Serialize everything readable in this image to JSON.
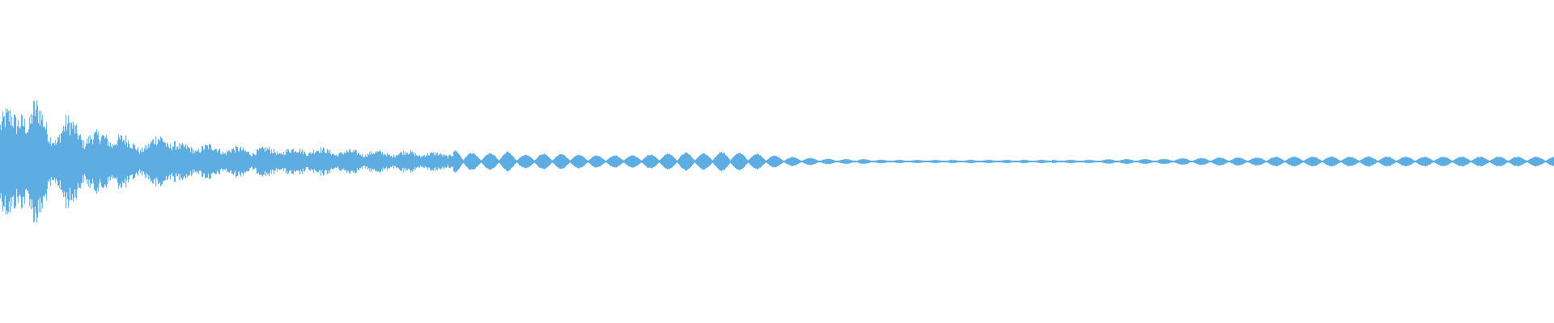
{
  "waveform": {
    "color": "#5dade2",
    "background": "#ffffff",
    "amplitude_envelope": [
      0.95,
      0.55,
      0.98,
      0.4,
      0.6,
      0.45,
      0.38,
      0.42,
      0.28,
      0.25,
      0.42,
      0.22,
      0.24,
      0.22,
      0.2,
      0.18,
      0.19,
      0.18,
      0.18,
      0.19,
      0.17,
      0.15,
      0.15,
      0.14,
      0.13,
      0.15,
      0.12,
      0.12,
      0.14,
      0.1,
      0.1,
      0.12,
      0.08,
      0.1,
      0.09,
      0.09,
      0.08,
      0.07,
      0.08,
      0.08,
      0.09,
      0.1,
      0.11,
      0.1,
      0.12,
      0.11,
      0.1,
      0.08,
      0.06,
      0.05,
      0.04,
      0.03,
      0.03,
      0.03,
      0.02,
      0.02,
      0.02,
      0.02,
      0.02,
      0.02,
      0.02,
      0.02,
      0.02,
      0.02,
      0.02,
      0.02,
      0.02,
      0.02,
      0.03,
      0.03,
      0.03,
      0.03,
      0.04,
      0.04,
      0.05,
      0.05,
      0.05,
      0.05,
      0.06,
      0.06,
      0.06,
      0.06,
      0.06,
      0.06,
      0.06,
      0.06,
      0.06,
      0.06,
      0.06,
      0.06,
      0.06,
      0.06,
      0.06,
      0.06,
      0.06,
      0.06
    ]
  }
}
